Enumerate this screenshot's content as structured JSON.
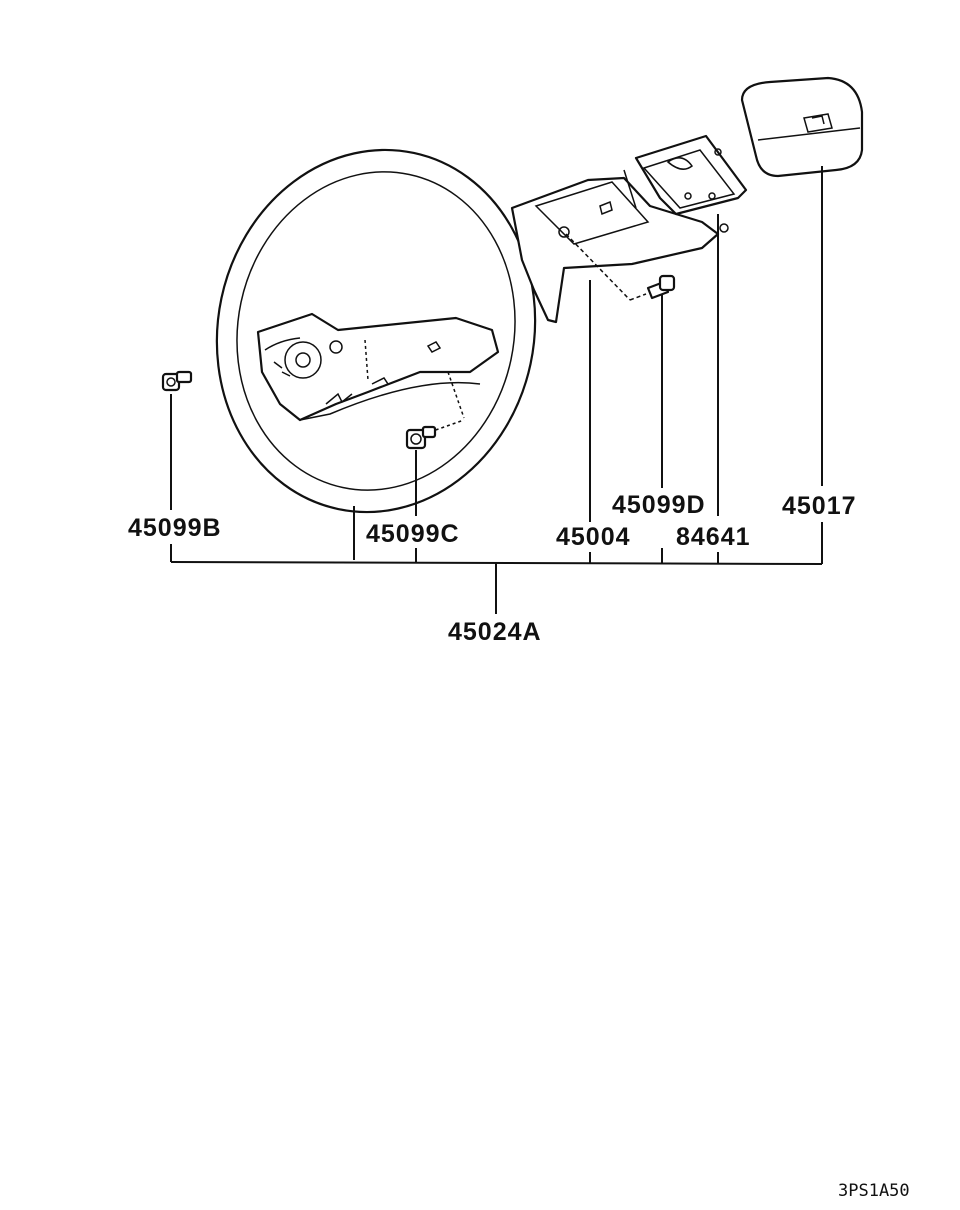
{
  "labels": {
    "p45099B": "45099B",
    "p45099C": "45099C",
    "p45004": "45004",
    "p45099D": "45099D",
    "p84641": "84641",
    "p45017": "45017",
    "p45024A": "45024A"
  },
  "figure_code": "3PS1A50"
}
